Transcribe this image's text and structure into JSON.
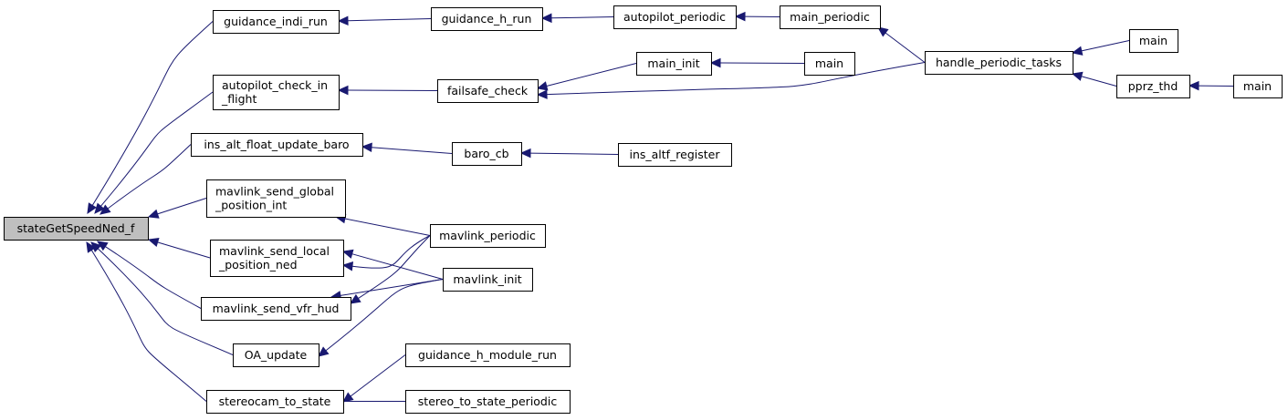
{
  "colors": {
    "edge": "#191970",
    "root_fill": "#bfbfbf",
    "node_fill": "#ffffff",
    "border": "#000000"
  },
  "nodes": [
    {
      "id": "stateGetSpeedNed_f",
      "lines": [
        "stateGetSpeedNed_f"
      ],
      "root": true
    },
    {
      "id": "guidance_indi_run",
      "lines": [
        "guidance_indi_run"
      ]
    },
    {
      "id": "guidance_h_run",
      "lines": [
        "guidance_h_run"
      ]
    },
    {
      "id": "autopilot_periodic",
      "lines": [
        "autopilot_periodic"
      ]
    },
    {
      "id": "main_periodic",
      "lines": [
        "main_periodic"
      ]
    },
    {
      "id": "handle_periodic_tasks",
      "lines": [
        "handle_periodic_tasks"
      ]
    },
    {
      "id": "main_1",
      "lines": [
        "main"
      ]
    },
    {
      "id": "pprz_thd",
      "lines": [
        "pprz_thd"
      ]
    },
    {
      "id": "main_2",
      "lines": [
        "main"
      ]
    },
    {
      "id": "autopilot_check_in_flight",
      "lines": [
        "autopilot_check_in",
        "_flight"
      ]
    },
    {
      "id": "failsafe_check",
      "lines": [
        "failsafe_check"
      ]
    },
    {
      "id": "main_init",
      "lines": [
        "main_init"
      ]
    },
    {
      "id": "main_3",
      "lines": [
        "main"
      ]
    },
    {
      "id": "ins_alt_float_update_baro",
      "lines": [
        "ins_alt_float_update_baro"
      ]
    },
    {
      "id": "baro_cb",
      "lines": [
        "baro_cb"
      ]
    },
    {
      "id": "ins_altf_register",
      "lines": [
        "ins_altf_register"
      ]
    },
    {
      "id": "mavlink_send_global_position_int",
      "lines": [
        "mavlink_send_global",
        "_position_int"
      ]
    },
    {
      "id": "mavlink_periodic",
      "lines": [
        "mavlink_periodic"
      ]
    },
    {
      "id": "mavlink_send_local_position_ned",
      "lines": [
        "mavlink_send_local",
        "_position_ned"
      ]
    },
    {
      "id": "mavlink_init",
      "lines": [
        "mavlink_init"
      ]
    },
    {
      "id": "mavlink_send_vfr_hud",
      "lines": [
        "mavlink_send_vfr_hud"
      ]
    },
    {
      "id": "OA_update",
      "lines": [
        "OA_update"
      ]
    },
    {
      "id": "guidance_h_module_run",
      "lines": [
        "guidance_h_module_run"
      ]
    },
    {
      "id": "stereocam_to_state",
      "lines": [
        "stereocam_to_state"
      ]
    },
    {
      "id": "stereo_to_state_periodic",
      "lines": [
        "stereo_to_state_periodic"
      ]
    }
  ],
  "edges": [
    {
      "from": "guidance_indi_run",
      "to": "stateGetSpeedNed_f"
    },
    {
      "from": "autopilot_check_in_flight",
      "to": "stateGetSpeedNed_f"
    },
    {
      "from": "ins_alt_float_update_baro",
      "to": "stateGetSpeedNed_f"
    },
    {
      "from": "mavlink_send_global_position_int",
      "to": "stateGetSpeedNed_f"
    },
    {
      "from": "mavlink_send_local_position_ned",
      "to": "stateGetSpeedNed_f"
    },
    {
      "from": "mavlink_send_vfr_hud",
      "to": "stateGetSpeedNed_f"
    },
    {
      "from": "OA_update",
      "to": "stateGetSpeedNed_f"
    },
    {
      "from": "stereocam_to_state",
      "to": "stateGetSpeedNed_f"
    },
    {
      "from": "guidance_h_run",
      "to": "guidance_indi_run"
    },
    {
      "from": "autopilot_periodic",
      "to": "guidance_h_run"
    },
    {
      "from": "main_periodic",
      "to": "autopilot_periodic"
    },
    {
      "from": "handle_periodic_tasks",
      "to": "main_periodic"
    },
    {
      "from": "main_1",
      "to": "handle_periodic_tasks"
    },
    {
      "from": "pprz_thd",
      "to": "handle_periodic_tasks"
    },
    {
      "from": "main_2",
      "to": "pprz_thd"
    },
    {
      "from": "failsafe_check",
      "to": "autopilot_check_in_flight"
    },
    {
      "from": "main_init",
      "to": "failsafe_check"
    },
    {
      "from": "handle_periodic_tasks",
      "to": "failsafe_check"
    },
    {
      "from": "main_3",
      "to": "main_init"
    },
    {
      "from": "baro_cb",
      "to": "ins_alt_float_update_baro"
    },
    {
      "from": "ins_altf_register",
      "to": "baro_cb"
    },
    {
      "from": "mavlink_periodic",
      "to": "mavlink_send_global_position_int"
    },
    {
      "from": "mavlink_init",
      "to": "mavlink_send_global_position_int"
    },
    {
      "from": "mavlink_periodic",
      "to": "mavlink_send_local_position_ned"
    },
    {
      "from": "mavlink_init",
      "to": "mavlink_send_local_position_ned"
    },
    {
      "from": "mavlink_periodic",
      "to": "mavlink_send_vfr_hud"
    },
    {
      "from": "mavlink_init",
      "to": "mavlink_send_vfr_hud"
    },
    {
      "from": "guidance_h_module_run",
      "to": "OA_update"
    },
    {
      "from": "stereo_to_state_periodic",
      "to": "stereocam_to_state"
    }
  ]
}
